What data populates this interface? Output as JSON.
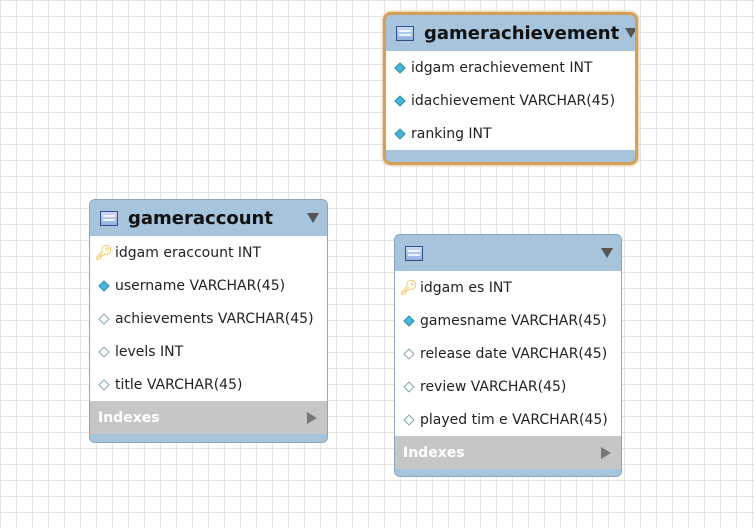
{
  "tables": {
    "gamerachievement": {
      "title": "gamerachievement",
      "columns": [
        {
          "label": "idgam erachievement INT",
          "icon": "diamond-filled-icon"
        },
        {
          "label": "idachievement VARCHAR(45)",
          "icon": "diamond-filled-icon"
        },
        {
          "label": "ranking INT",
          "icon": "diamond-filled-icon"
        }
      ]
    },
    "gameraccount": {
      "title": "gameraccount",
      "columns": [
        {
          "label": "idgam eraccount INT",
          "icon": "primary-key-icon"
        },
        {
          "label": "username VARCHAR(45)",
          "icon": "diamond-filled-icon"
        },
        {
          "label": "achievements VARCHAR(45)",
          "icon": "diamond-hollow-icon"
        },
        {
          "label": "levels INT",
          "icon": "diamond-hollow-icon"
        },
        {
          "label": "title VARCHAR(45)",
          "icon": "diamond-hollow-icon"
        }
      ],
      "indexes_label": "Indexes"
    },
    "games": {
      "title": "",
      "columns": [
        {
          "label": "idgam es INT",
          "icon": "primary-key-icon"
        },
        {
          "label": "gamesname VARCHAR(45)",
          "icon": "diamond-filled-icon"
        },
        {
          "label": "release date VARCHAR(45)",
          "icon": "diamond-hollow-icon"
        },
        {
          "label": "review VARCHAR(45)",
          "icon": "diamond-hollow-icon"
        },
        {
          "label": "played tim e VARCHAR(45)",
          "icon": "diamond-hollow-icon"
        }
      ],
      "indexes_label": "Indexes"
    }
  },
  "colors": {
    "header_blue": "#a7c4dd",
    "selected_border": "#d3a05a",
    "indexes_gray": "#c6c6c6",
    "key_yellow": "#e0a800",
    "diamond_cyan": "#49b6d6"
  }
}
